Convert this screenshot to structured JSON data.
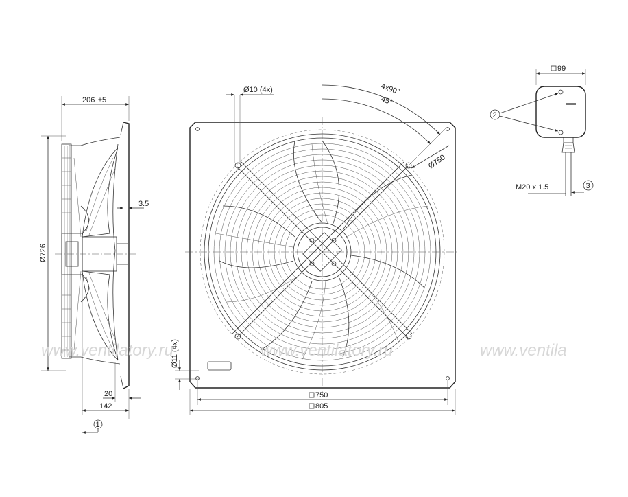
{
  "labels": {
    "depth": "206",
    "depth_tol": "±5",
    "wall_thickness": "3.5",
    "height_diameter": "Ø726",
    "flange_offset": "20",
    "motor_depth": "142",
    "airflow_callout": "1",
    "hole_diameter": "Ø10 (4x)",
    "angle_pattern": "4x90°",
    "angle_offset": "45°",
    "bolt_circle": "Ø750",
    "mount_holes": "Ø11 (4x)",
    "hole_spacing": "750",
    "plate_width": "805",
    "box_width": "99",
    "box_callout": "2",
    "cable_gland": "M20 x 1.5",
    "cable_callout": "3"
  },
  "watermark": {
    "text1": "www.ventilatory.ru",
    "text2": "www.ventilatory.ru",
    "text3": "www.ventila"
  }
}
